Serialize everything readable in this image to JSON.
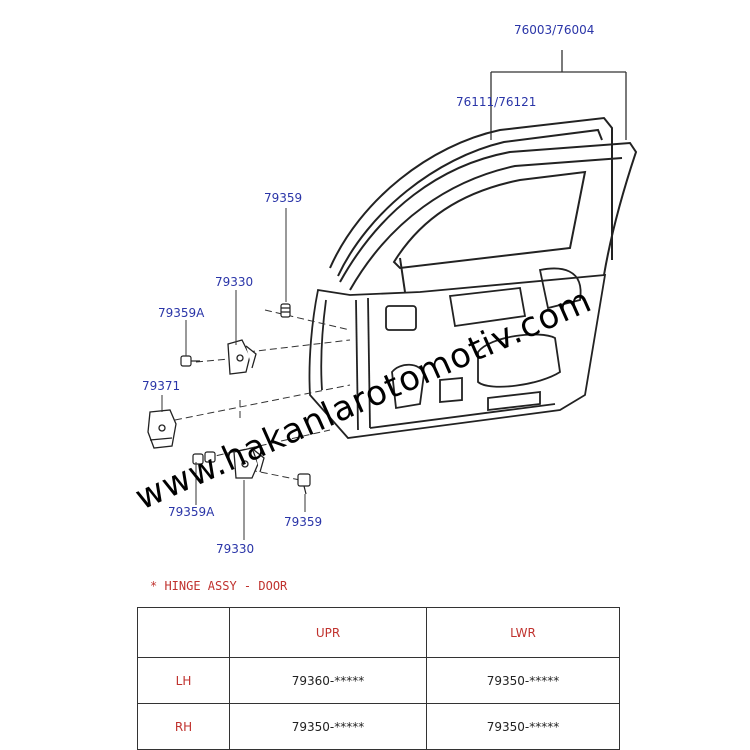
{
  "labels": {
    "door_assy": "76003/76004",
    "weatherstrip": "76111/76121",
    "bolt_upper": "79359",
    "hinge_upper": "79330",
    "bolt_a_upper": "79359A",
    "checker": "79371",
    "bolt_a_lower": "79359A",
    "bolt_lower": "79359",
    "hinge_lower": "79330"
  },
  "note": "* HINGE ASSY - DOOR",
  "watermark": "www.hakanlarotomotiv.com",
  "table": {
    "columns": [
      "",
      "UPR",
      "LWR"
    ],
    "rows": [
      {
        "side": "LH",
        "upr": "79360-*****",
        "lwr": "79350-*****"
      },
      {
        "side": "RH",
        "upr": "79350-*****",
        "lwr": "79350-*****"
      }
    ]
  }
}
